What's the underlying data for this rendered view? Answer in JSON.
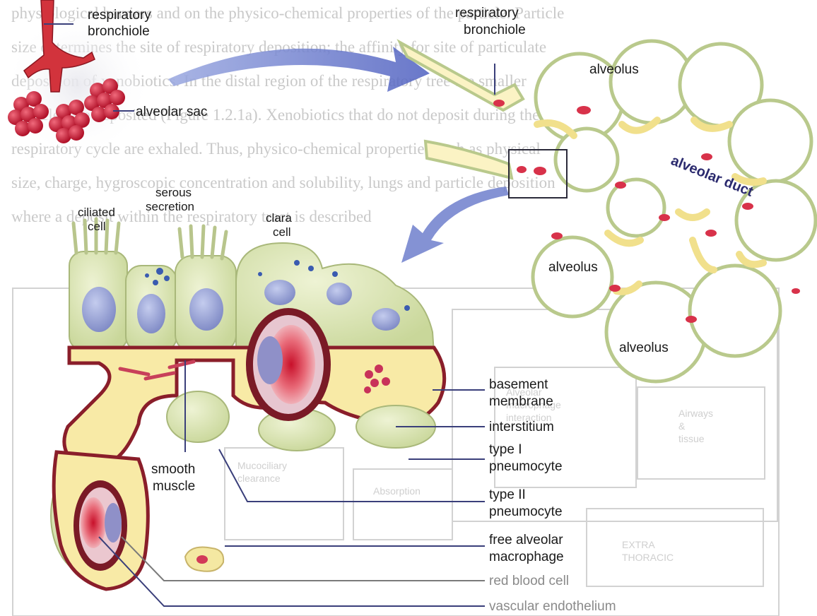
{
  "background_text": {
    "lines": [
      "physiological barriers and on the physico-chemical properties of the particle. Particle",
      "size determines the site of respiratory deposition; the affinity for site of particulate",
      "deposition of xenobiotics. In the distal region of the respiratory tree the smaller",
      "particles are deposited (Figure 1.2.1a). Xenobiotics that do not deposit during the",
      "respiratory cycle are exhaled. Thus, physico-chemical properties such as physical",
      "size, charge, hygroscopic concentration and solubility, lungs and particle deposition",
      "where a deposit within the respiratory tract is described"
    ],
    "boxes": [
      {
        "line1": "Alveolar",
        "line2": "macrophage",
        "line3": "interaction"
      },
      {
        "line1": "Airways",
        "line2": "&",
        "line3": "tissue"
      },
      {
        "line1": "Mucociliary",
        "line2": "clearance",
        "line3": ""
      },
      {
        "line1": "Absorption",
        "line2": "",
        "line3": ""
      },
      {
        "line1": "EXTRA",
        "line2": "THORACIC",
        "line3": ""
      }
    ]
  },
  "labels": {
    "respiratory_bronchiole_top": [
      "respiratory",
      "bronchiole"
    ],
    "alveolar_sac": "alveolar sac",
    "respiratory_bronchiole_right": [
      "respiratory",
      "bronchiole"
    ],
    "alveolus_top": "alveolus",
    "alveolar_duct": "alveolar duct",
    "alveolus_mid": "alveolus",
    "alveolus_bottom": "alveolus",
    "ciliated_cell": [
      "ciliated",
      "cell"
    ],
    "serous_secretion": [
      "serous",
      "secretion"
    ],
    "clara_cell": [
      "clara",
      "cell"
    ],
    "smooth_muscle": [
      "smooth",
      "muscle"
    ],
    "basement_membrane": [
      "basement",
      "membrane"
    ],
    "interstitium": "interstitium",
    "type_i_pneumocyte": [
      "type I",
      "pneumocyte"
    ],
    "type_ii_pneumocyte": [
      "type II",
      "pneumocyte"
    ],
    "free_alveolar_macrophage": [
      "free alveolar",
      "macrophage"
    ],
    "red_blood_cell": "red blood cell",
    "vascular_endothelium": "vascular endothelium"
  },
  "colors": {
    "arrow": "#6f7fcc",
    "tissue": "#f6eaa0",
    "epithelium": "#dfe8b8",
    "nucleus": "#9aa6d8",
    "blood": "#d8324a",
    "wall_dark": "#8a1e2a"
  }
}
